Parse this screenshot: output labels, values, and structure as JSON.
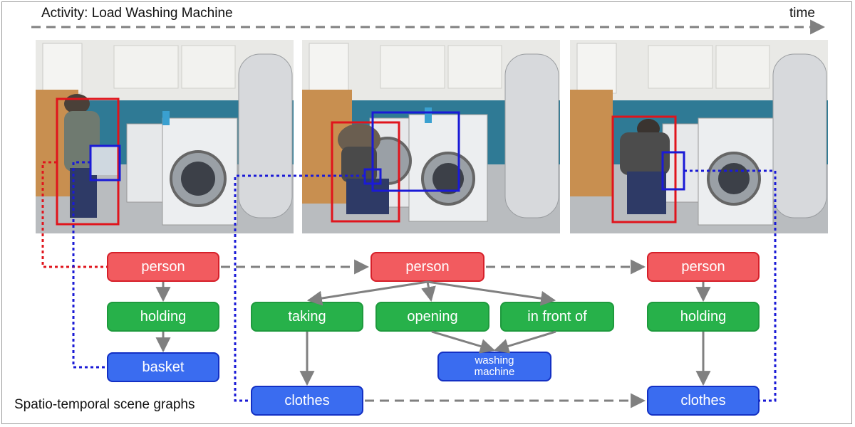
{
  "header": {
    "title": "Activity: Load Washing Machine",
    "time_label": "time"
  },
  "caption": "Spatio-temporal scene graphs",
  "colors": {
    "person_fill": "#f25b5f",
    "person_border": "#d6202a",
    "relation_fill": "#27b14a",
    "relation_border": "#1e9a3d",
    "object_fill": "#3a6cf0",
    "object_border": "#1330c4",
    "bbox_red": "#e0141c",
    "bbox_blue": "#1a1ad6",
    "arrow_gray": "#808080"
  },
  "frames": [
    {
      "name": "frame-1",
      "person_box": "red",
      "object_box": "blue"
    },
    {
      "name": "frame-2",
      "person_box": "red",
      "object_box": "blue"
    },
    {
      "name": "frame-3",
      "person_box": "red",
      "object_box": "blue"
    }
  ],
  "graph1": {
    "subject": "person",
    "relation": "holding",
    "object": "basket"
  },
  "graph2": {
    "subject": "person",
    "relations": [
      "taking",
      "opening",
      "in front of"
    ],
    "objects": [
      "clothes",
      "washing machine"
    ]
  },
  "graph3": {
    "subject": "person",
    "relation": "holding",
    "object": "clothes"
  }
}
